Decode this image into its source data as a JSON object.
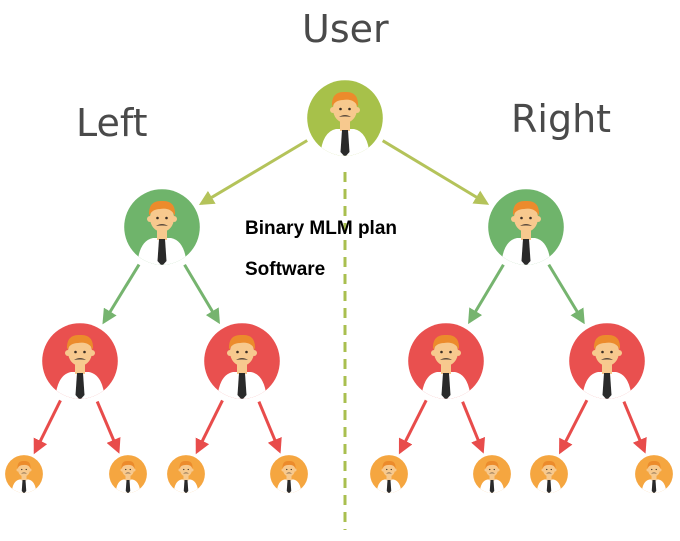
{
  "labels": {
    "top": "User",
    "left": "Left",
    "right": "Right"
  },
  "caption": {
    "line1": "Binary MLM plan",
    "line2": "Software"
  },
  "tree": {
    "root_count": 1,
    "level2_count": 2,
    "level3_count": 4,
    "level4_count": 8
  },
  "colors": {
    "root": "#a7c14a",
    "level2": "#6fb46b",
    "level3": "#e9504f",
    "level4": "#f5a640",
    "arrow_root": "#b4c35a",
    "arrow_level2": "#76b46f",
    "arrow_level3": "#e84c4b",
    "divider": "#a9bf4f",
    "skin": "#f7c98e",
    "hair": "#ec8b2c",
    "shirt": "#ffffff",
    "tie": "#2a2a2a",
    "mustache": "#5a4a3c"
  },
  "icon": "person-with-tie-icon"
}
